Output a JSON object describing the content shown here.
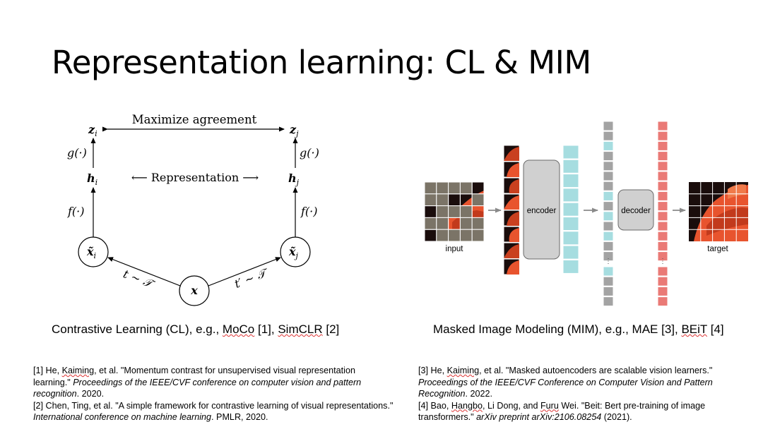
{
  "title": "Representation learning: CL & MIM",
  "cl_diagram": {
    "maximize_agreement": "Maximize agreement",
    "representation": "⟵ Representation ⟶",
    "z_i_sym": "z",
    "z_i_sub": "i",
    "z_j_sym": "z",
    "z_j_sub": "j",
    "h_i_sym": "h",
    "h_i_sub": "i",
    "h_j_sym": "h",
    "h_j_sub": "j",
    "x_i_sym": "x̃",
    "x_i_sub": "i",
    "x_j_sym": "x̃",
    "x_j_sub": "j",
    "x_sym": "x",
    "g_left": "g(·)",
    "g_right": "g(·)",
    "f_left": "f(·)",
    "f_right": "f(·)",
    "t_left": "t ∼ 𝒯",
    "t_right": "t′ ∼ 𝒯"
  },
  "mim_diagram": {
    "input_label": "input",
    "encoder_label": "encoder",
    "decoder_label": "decoder",
    "target_label": "target",
    "ellipsis_1": "⋮",
    "ellipsis_2": "⋮",
    "colors": {
      "mask_gray": "#7b7467",
      "token_cyan": "#a6dde0",
      "token_gray": "#a3a3a3",
      "token_red": "#ea7a76",
      "block_gray": "#d0d0d0",
      "image_dark": "#1a0d0c",
      "image_orange": "#e8542e"
    }
  },
  "captions": {
    "left_prefix": "Contrastive Learning (CL), e.g., ",
    "left_moco": "MoCo",
    "left_mid": " [1], ",
    "left_simclr": "SimCLR",
    "left_suffix": " [2]",
    "right_prefix": "Masked Image Modeling (MIM), e.g., MAE [3], ",
    "right_beit": "BEiT",
    "right_suffix": " [4]"
  },
  "references": {
    "r1_a": "[1] He, ",
    "r1_name": "Kaiming",
    "r1_b": ", et al. \"Momentum contrast for unsupervised visual representation learning.\" ",
    "r1_venue": "Proceedings of the IEEE/CVF conference on computer vision and pattern recognition",
    "r1_c": ". 2020.",
    "r2_a": "[2] Chen, Ting, et al. \"A simple framework for contrastive learning of visual representations.\" ",
    "r2_venue": "International conference on machine learning",
    "r2_c": ". PMLR, 2020.",
    "r3_a": "[3] He, ",
    "r3_name": "Kaiming",
    "r3_b": ", et al. \"Masked autoencoders are scalable vision learners.\" ",
    "r3_venue": "Proceedings of the IEEE/CVF Conference on Computer Vision and Pattern Recognition",
    "r3_c": ". 2022.",
    "r4_a": "[4] Bao, ",
    "r4_n1": "Hangbo",
    "r4_b": ", Li Dong, and ",
    "r4_n2": "Furu",
    "r4_c": " Wei. \"Beit: Bert pre-training of image transformers.\" ",
    "r4_venue": "arXiv preprint arXiv:2106.08254",
    "r4_d": " (2021)."
  }
}
